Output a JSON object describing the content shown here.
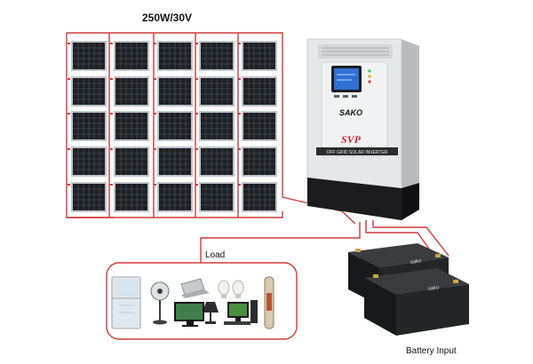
{
  "panel_label": "250W/30V",
  "load_label": "Load",
  "battery_label": "Battery Input",
  "inverter": {
    "brand": "SAKO",
    "model_badge": "SVP",
    "strip_text": "OFF GRID SOLAR INVERTER"
  },
  "battery": {
    "brand": "sako"
  },
  "colors": {
    "wire": "#d23a3a",
    "panel_cell": "#1d2126",
    "panel_frame": "#bfc3c8",
    "inverter_body": "#e6e7e9",
    "inverter_base": "#1c1c1e",
    "lcd": "#2f6fd6",
    "badge": "#c7262c",
    "battery_body": "#232527"
  },
  "appliances": [
    {
      "name": "refrigerator-icon"
    },
    {
      "name": "fan-icon"
    },
    {
      "name": "laptop-icon"
    },
    {
      "name": "light-bulbs-icon"
    },
    {
      "name": "desk-lamp-icon"
    },
    {
      "name": "television-icon"
    },
    {
      "name": "desktop-computer-icon"
    },
    {
      "name": "water-heater-icon"
    }
  ]
}
